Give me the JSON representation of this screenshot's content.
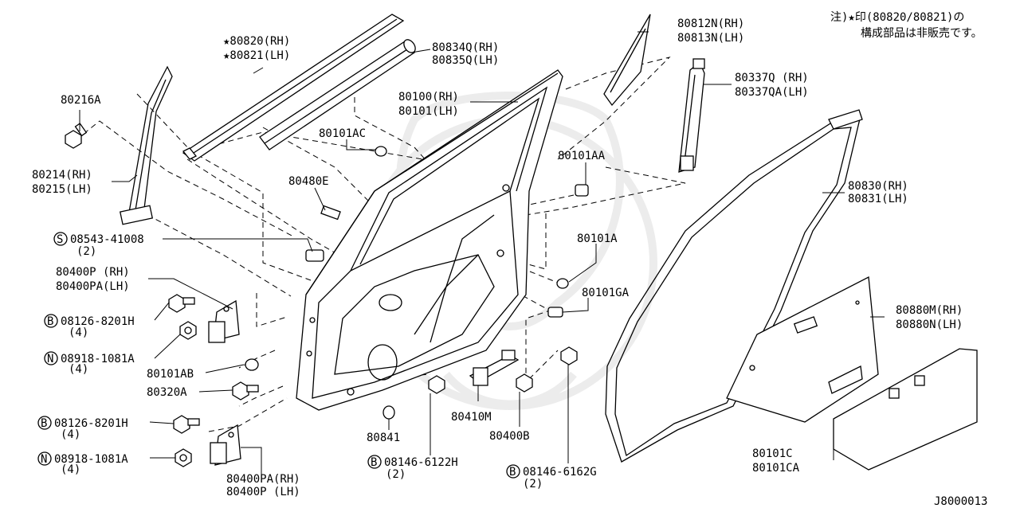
{
  "note": {
    "line1": "注)★印(80820/80821)の",
    "line2": "構成部品は非販売です。"
  },
  "diagram_id": "J8000013",
  "callouts": {
    "p80820": "★80820(RH)",
    "p80821": "★80821(LH)",
    "p80834q": "80834Q(RH)",
    "p80835q": "80835Q(LH)",
    "p80812n": "80812N(RH)",
    "p80813n": "80813N(LH)",
    "p80337q": "80337Q (RH)",
    "p80337qa": "80337QA(LH)",
    "p80216a": "80216A",
    "p80100": "80100(RH)",
    "p80101": "80101(LH)",
    "p80101ac": "80101AC",
    "p80101aa": "80101AA",
    "p80214": "80214(RH)",
    "p80215": "80215(LH)",
    "p80480e": "80480E",
    "p80830": "80830(RH)",
    "p80831": "80831(LH)",
    "s08543_label": "08543-41008",
    "s08543_qty": "(2)",
    "p80101a": "80101A",
    "p80400p_rh": "80400P (RH)",
    "p80400pa_lh": "80400PA(LH)",
    "p80101ga": "80101GA",
    "b08126_top_label": "08126-8201H",
    "b08126_top_qty": "(4)",
    "p80880m": "80880M(RH)",
    "p80880n": "80880N(LH)",
    "n08918_top_label": "08918-1081A",
    "n08918_top_qty": "(4)",
    "p80101ab": "80101AB",
    "p80320a": "80320A",
    "p80410m": "80410M",
    "b08126_bot_label": "08126-8201H",
    "b08126_bot_qty": "(4)",
    "p80841": "80841",
    "p80400b": "80400B",
    "p80101c": "80101C",
    "p80101ca": "80101CA",
    "n08918_bot_label": "08918-1081A",
    "n08918_bot_qty": "(4)",
    "b08146_6122_label": "08146-6122H",
    "b08146_6122_qty": "(2)",
    "b08146_6162_label": "08146-6162G",
    "b08146_6162_qty": "(2)",
    "p80400pa_rh": "80400PA(RH)",
    "p80400p_lh": "80400P (LH)"
  },
  "prefix_marks": {
    "s": "S",
    "b": "B",
    "n": "N"
  }
}
